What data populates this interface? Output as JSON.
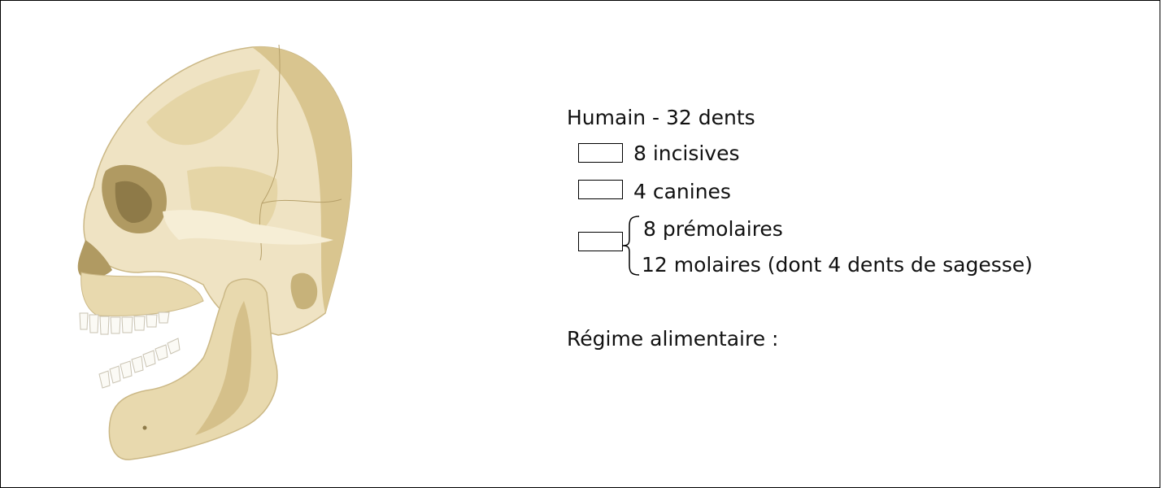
{
  "title": "Humain - 32 dents",
  "teeth": {
    "incisors": "8 incisives",
    "canines": "4 canines",
    "premolars": "8 prémolaires",
    "molars": "12 molaires (dont 4 dents de sagesse)"
  },
  "diet_label": "Régime alimentaire :",
  "colors": {
    "bone_light": "#efe3c3",
    "bone_mid": "#d9c58f",
    "bone_dark": "#b09a62",
    "teeth": "#fbfaf5"
  }
}
